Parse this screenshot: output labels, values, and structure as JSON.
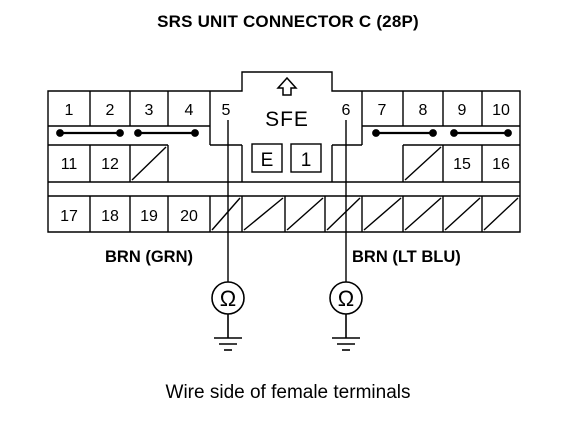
{
  "title": "SRS UNIT CONNECTOR C (28P)",
  "caption": "Wire side of female terminals",
  "connector": {
    "marker": "SFE",
    "lock_labels": [
      "E",
      "1"
    ],
    "terminals": {
      "t1": "1",
      "t2": "2",
      "t3": "3",
      "t4": "4",
      "t5": "5",
      "t6": "6",
      "t7": "7",
      "t8": "8",
      "t9": "9",
      "t10": "10",
      "t11": "11",
      "t12": "12",
      "t15": "15",
      "t16": "16",
      "t17": "17",
      "t18": "18",
      "t19": "19",
      "t20": "20"
    }
  },
  "wires": {
    "left": "BRN (GRN)",
    "right": "BRN (LT BLU)"
  },
  "meter_symbol": "Ω",
  "icons": {
    "ohmmeter": "ohmmeter-icon",
    "ground": "ground-icon",
    "arrow": "up-arrow-icon"
  }
}
